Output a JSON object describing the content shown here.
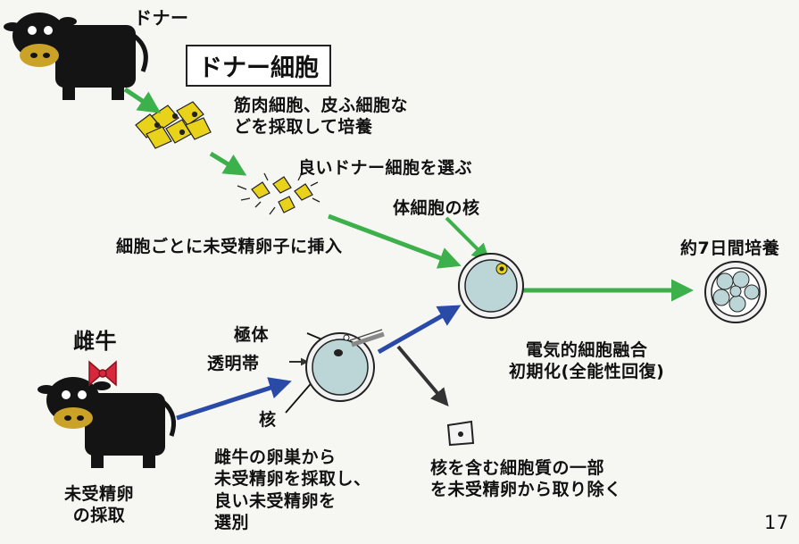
{
  "donor_cow": {
    "label": "ドナー"
  },
  "donor_cell": {
    "title": "ドナー細胞"
  },
  "steps": {
    "culture": [
      "筋肉細胞、皮ふ細胞な",
      "どを採取して培養"
    ],
    "select_cell": "良いドナー細胞を選ぶ",
    "insert": "細胞ごとに未受精卵子に挿入",
    "somatic_nucleus": "体細胞の核",
    "culture_7days": "約7日間培養",
    "fusion": [
      "電気的細胞融合",
      "初期化(全能性回復)"
    ],
    "remove_nucleus": [
      "核を含む細胞質の一部",
      "を未受精卵から取り除く"
    ]
  },
  "female_cow": {
    "label": "雌牛",
    "collection": [
      "未受精卵",
      "の採取"
    ],
    "select_egg": [
      "雌牛の卵巣から",
      "未受精卵を採取し、",
      "良い未受精卵を",
      "選別"
    ]
  },
  "egg_parts": {
    "polar_body": "極体",
    "zona": "透明帯",
    "nucleus": "核"
  },
  "page_number": "17",
  "colors": {
    "green_arrow": "#3cb04a",
    "blue_arrow": "#2a4aa8",
    "cell_fill": "#bcd6d8",
    "cow_body": "#141414",
    "cow_muzzle": "#c9a227",
    "bow": "#d6283a",
    "donor_cells": "#e8d21a"
  }
}
